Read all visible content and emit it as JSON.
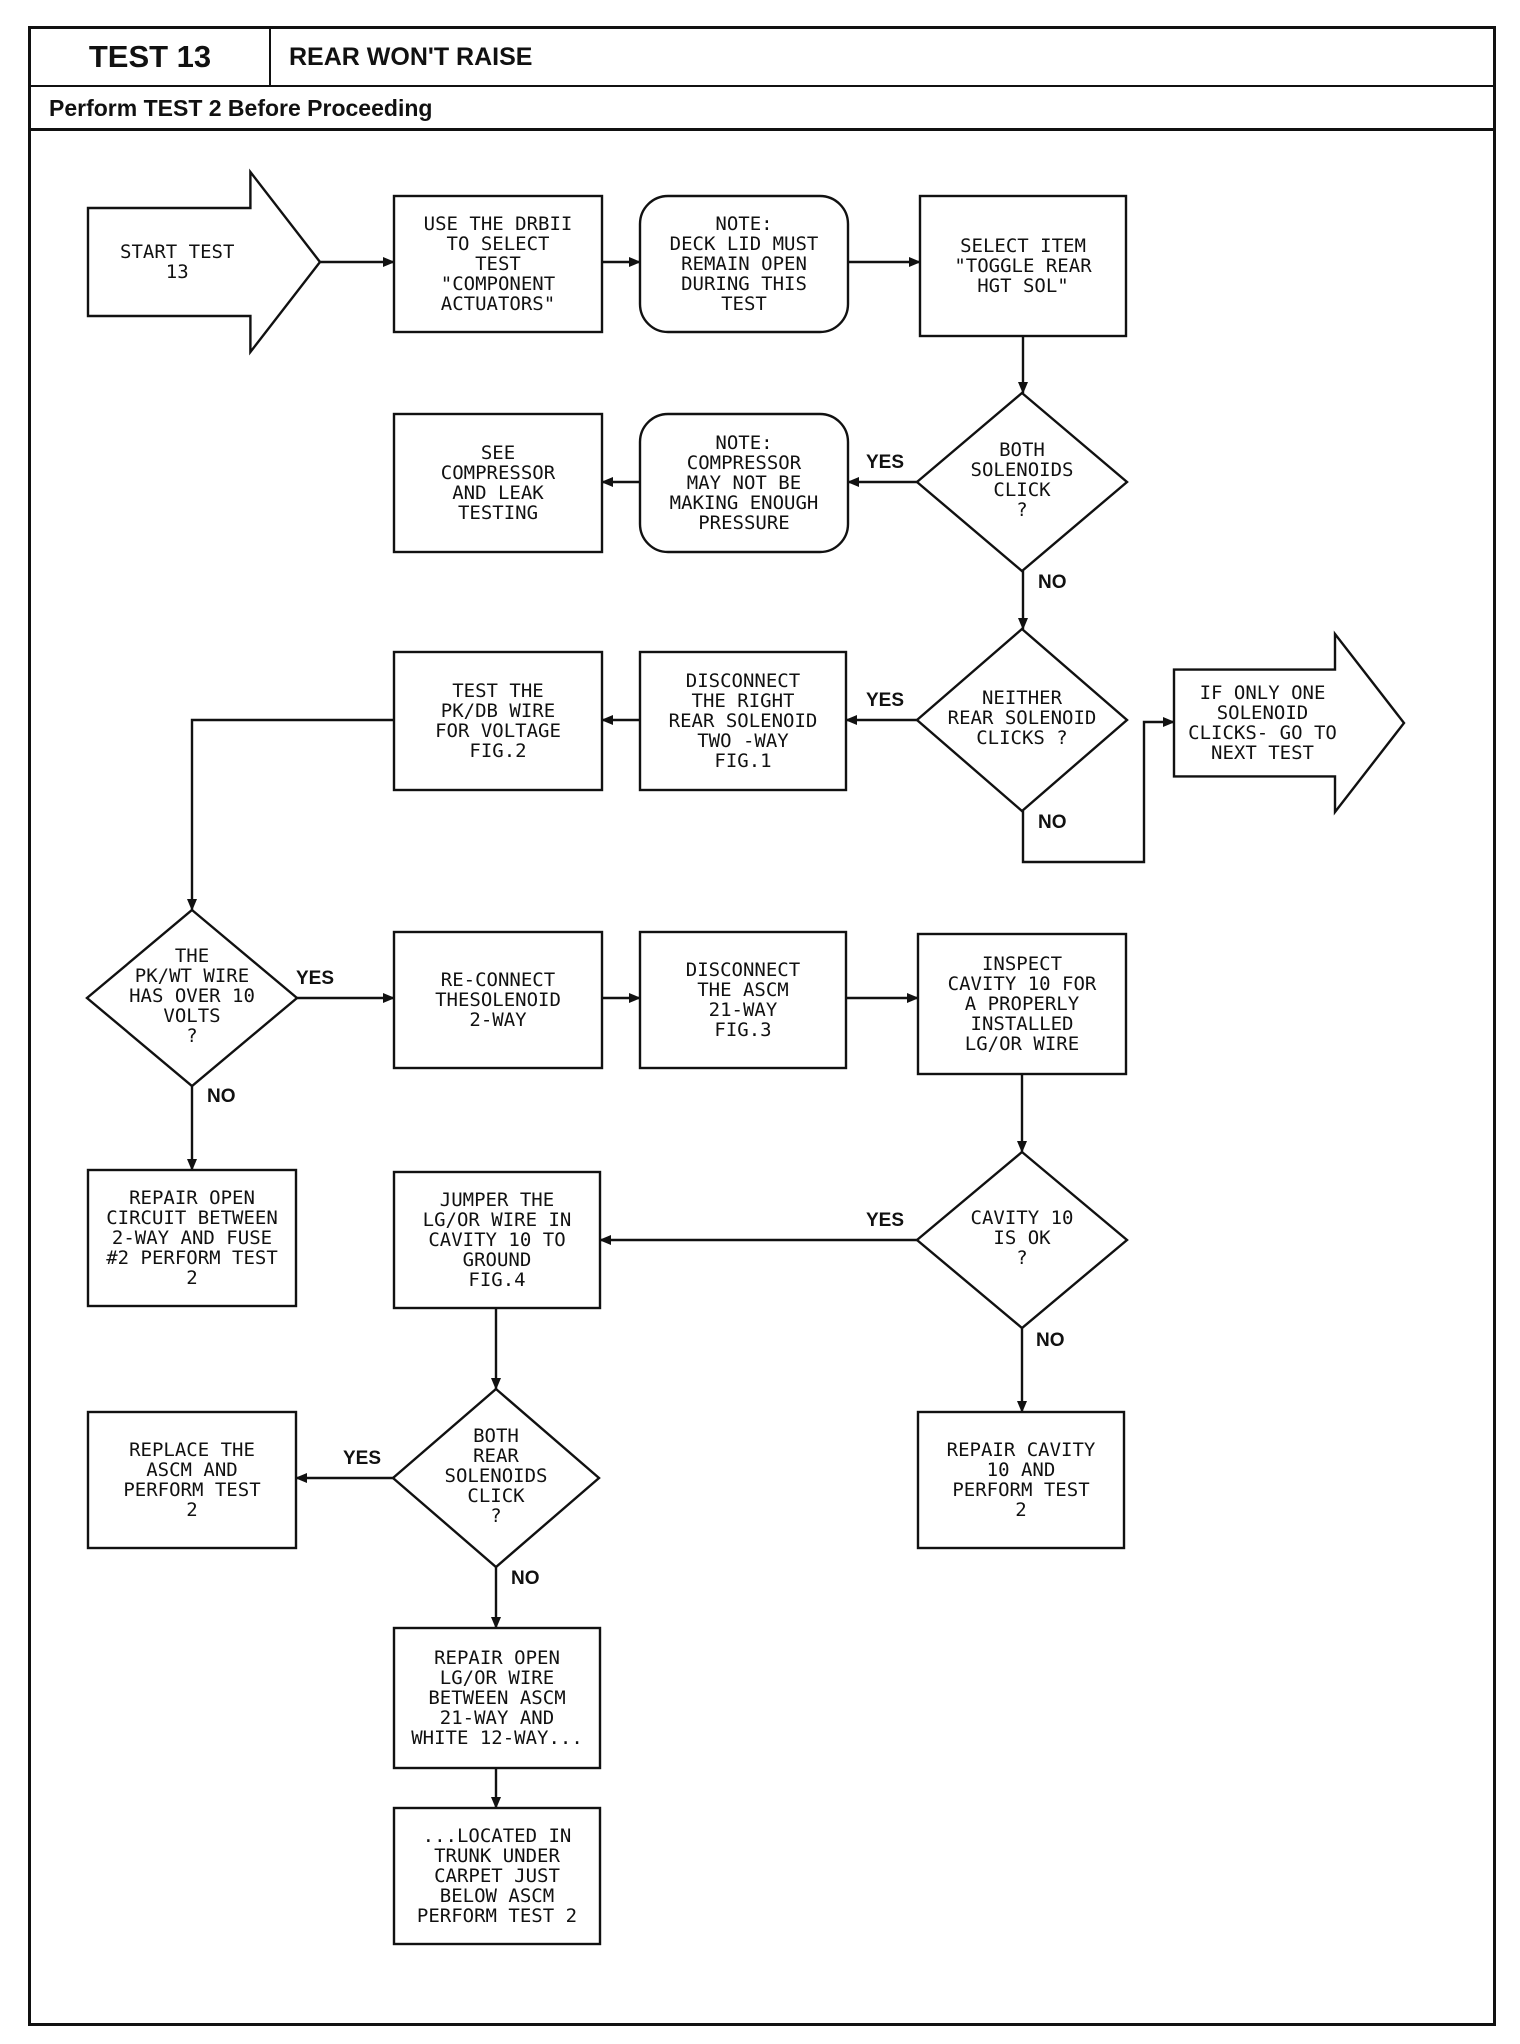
{
  "header": {
    "test_number": "TEST 13",
    "title": "REAR WON'T RAISE",
    "note": "Perform TEST 2 Before Proceeding"
  },
  "nodes": {
    "start": [
      "START TEST",
      "13"
    ],
    "use_drbii": [
      "USE THE DRBII",
      "TO SELECT",
      "TEST",
      "\"COMPONENT",
      "ACTUATORS\""
    ],
    "note_deck": [
      "NOTE:",
      "DECK LID MUST",
      "REMAIN OPEN",
      "DURING THIS",
      "TEST"
    ],
    "select_item": [
      "SELECT ITEM",
      "\"TOGGLE REAR",
      "HGT SOL\""
    ],
    "both_click": [
      "BOTH",
      "SOLENOIDS",
      "CLICK",
      "?"
    ],
    "note_compressor": [
      "NOTE:",
      "COMPRESSOR",
      "MAY NOT BE",
      "MAKING ENOUGH",
      "PRESSURE"
    ],
    "see_compressor": [
      "SEE",
      "COMPRESSOR",
      "AND LEAK",
      "TESTING"
    ],
    "neither_click": [
      "NEITHER",
      "REAR SOLENOID",
      "CLICKS ?"
    ],
    "only_one": [
      "IF ONLY ONE",
      "SOLENOID",
      "CLICKS- GO TO",
      "NEXT TEST"
    ],
    "disconnect_right": [
      "DISCONNECT",
      "THE RIGHT",
      "REAR SOLENOID",
      "TWO -WAY",
      "FIG.1"
    ],
    "test_pkdb": [
      "TEST THE",
      "PK/DB WIRE",
      "FOR VOLTAGE",
      "FIG.2"
    ],
    "pkwt_volts": [
      "THE",
      "PK/WT WIRE",
      "HAS OVER 10",
      "VOLTS",
      "?"
    ],
    "reconnect": [
      "RE-CONNECT",
      "THESOLENOID",
      "2-WAY"
    ],
    "disconnect_ascm": [
      "DISCONNECT",
      "THE ASCM",
      "21-WAY",
      "FIG.3"
    ],
    "inspect_cavity": [
      "INSPECT",
      "CAVITY 10 FOR",
      "A PROPERLY",
      "INSTALLED",
      "LG/OR WIRE"
    ],
    "repair_open_circuit": [
      "REPAIR OPEN",
      "CIRCUIT BETWEEN",
      "2-WAY AND FUSE",
      "#2 PERFORM TEST",
      "2"
    ],
    "cavity_ok": [
      "CAVITY 10",
      "IS OK",
      "?"
    ],
    "jumper": [
      "JUMPER THE",
      "LG/OR WIRE IN",
      "CAVITY 10 TO",
      "GROUND",
      "FIG.4"
    ],
    "repair_cavity": [
      "REPAIR CAVITY",
      "10 AND",
      "PERFORM TEST",
      "2"
    ],
    "both_rear_click": [
      "BOTH",
      "REAR",
      "SOLENOIDS",
      "CLICK",
      "?"
    ],
    "replace_ascm": [
      "REPLACE THE",
      "ASCM AND",
      "PERFORM TEST",
      "2"
    ],
    "repair_lgor": [
      "REPAIR OPEN",
      "LG/OR WIRE",
      "BETWEEN ASCM",
      "21-WAY AND",
      "WHITE 12-WAY..."
    ],
    "located": [
      "...LOCATED IN",
      "TRUNK UNDER",
      "CARPET JUST",
      "BELOW ASCM",
      "PERFORM TEST 2"
    ]
  },
  "branch_labels": {
    "yes": "YES",
    "no": "NO"
  }
}
